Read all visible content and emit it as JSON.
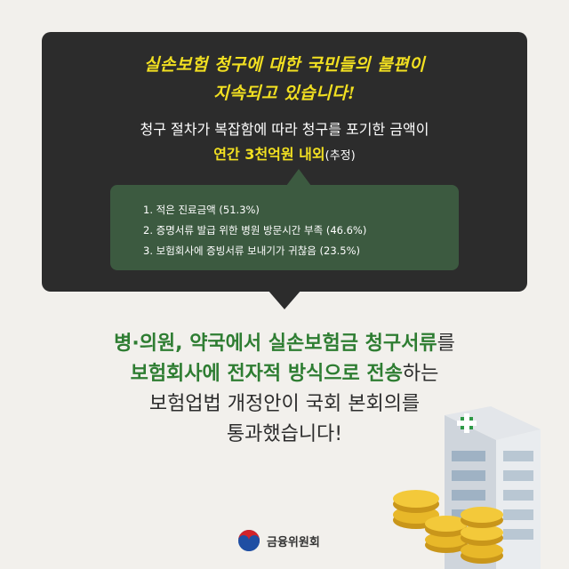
{
  "headline": {
    "line1": "실손보험 청구에 대한 국민들의 불편이",
    "line2": "지속되고 있습니다!"
  },
  "subtext": {
    "line1": "청구 절차가 복잡함에 따라 청구를 포기한 금액이",
    "highlight": "연간 3천억원 내외",
    "note": "(추정)"
  },
  "reasons": [
    "1. 적은 진료금액 (51.3%)",
    "2. 증명서류 발급 위한 병원 방문시간 부족 (46.6%)",
    "3. 보험회사에 증빙서류 보내기가 귀찮음 (23.5%)"
  ],
  "message": {
    "l1_green": "병·의원, 약국에서 실손보험금 청구서류",
    "l1_rest": "를",
    "l2_green": "보험회사에 전자적 방식으로 전송",
    "l2_rest": "하는",
    "l3": "보험업법 개정안이 국회 본회의를",
    "l4": "통과했습니다!"
  },
  "footer": {
    "org_name": "금융위원회"
  },
  "icons": {
    "logo": "taegeuk-emblem-icon",
    "illustration": "hospital-building-with-coins-icon"
  },
  "colors": {
    "background": "#f2f0ec",
    "dark_box": "#2c2c2c",
    "headline_yellow": "#f2e021",
    "green_box": "#3c5a40",
    "message_green": "#2e7d32"
  }
}
